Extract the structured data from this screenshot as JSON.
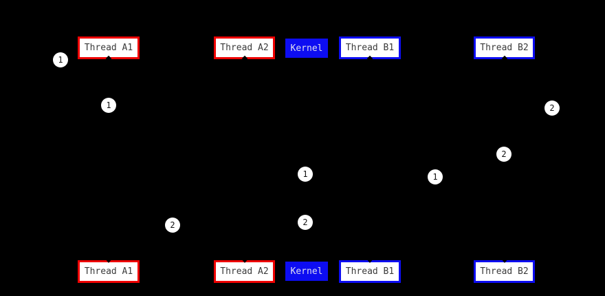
{
  "diagram": {
    "type": "thread-scheduling-diagram",
    "background_color": "#000000",
    "colors": {
      "thread_a_border": "#ee0000",
      "thread_b_border": "#0d0df2",
      "kernel_fill": "#0d0df2",
      "kernel_text": "#dfdfef",
      "node_fill": "#ffffff",
      "node_text": "#3a3a3a",
      "step_badge_fill": "#ffffff",
      "step_badge_text": "#101010"
    },
    "top_row": {
      "thread_a1": "Thread A1",
      "thread_a2": "Thread A2",
      "kernel": "Kernel",
      "thread_b1": "Thread B1",
      "thread_b2": "Thread B2"
    },
    "bottom_row": {
      "thread_a1": "Thread A1",
      "thread_a2": "Thread A2",
      "kernel": "Kernel",
      "thread_b1": "Thread B1",
      "thread_b2": "Thread B2"
    },
    "step_labels": {
      "s1": "1",
      "s2": "1",
      "s3": "2",
      "s4": "2",
      "s5": "1",
      "s6": "1",
      "s7": "2",
      "s8": "2"
    }
  }
}
